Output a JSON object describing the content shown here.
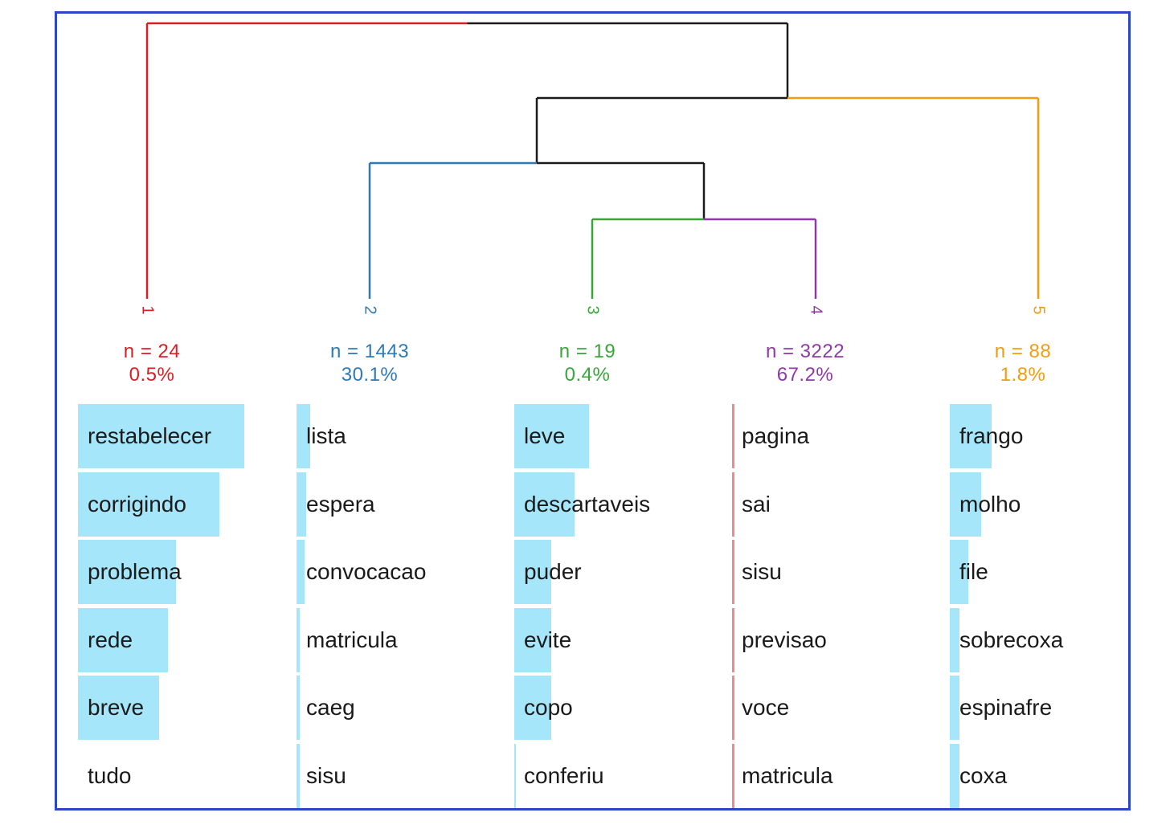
{
  "colors": {
    "frame": "#2b47c8",
    "root": "#1a1a1a",
    "bar_positive": "#a6e6fb",
    "bar_negative": "#f08a8a"
  },
  "dendrogram": {
    "root_children": [
      "1",
      "A"
    ],
    "internal": {
      "A": [
        "B",
        "5"
      ],
      "B": [
        "2",
        "C"
      ],
      "C": [
        "3",
        "4"
      ]
    }
  },
  "clusters": [
    {
      "id": "1",
      "color": "#d81f26",
      "n_label": "n = 24",
      "pct_label": "0.5%",
      "words": [
        {
          "word": "restabelecer",
          "weight": 1.0
        },
        {
          "word": "corrigindo",
          "weight": 0.85
        },
        {
          "word": "problema",
          "weight": 0.59
        },
        {
          "word": "rede",
          "weight": 0.54
        },
        {
          "word": "breve",
          "weight": 0.49
        },
        {
          "word": "tudo",
          "weight": 0.0
        }
      ]
    },
    {
      "id": "2",
      "color": "#2f79b5",
      "n_label": "n = 1443",
      "pct_label": "30.1%",
      "words": [
        {
          "word": "lista",
          "weight": 0.08
        },
        {
          "word": "espera",
          "weight": 0.06
        },
        {
          "word": "convocacao",
          "weight": 0.05
        },
        {
          "word": "matricula",
          "weight": 0.02
        },
        {
          "word": "caeg",
          "weight": 0.02
        },
        {
          "word": "sisu",
          "weight": 0.02
        }
      ]
    },
    {
      "id": "3",
      "color": "#3aa63a",
      "n_label": "n = 19",
      "pct_label": "0.4%",
      "words": [
        {
          "word": "leve",
          "weight": 0.45
        },
        {
          "word": "descartaveis",
          "weight": 0.36
        },
        {
          "word": "puder",
          "weight": 0.22
        },
        {
          "word": "evite",
          "weight": 0.22
        },
        {
          "word": "copo",
          "weight": 0.22
        },
        {
          "word": "conferiu",
          "weight": 0.01
        }
      ]
    },
    {
      "id": "4",
      "color": "#8e3aa6",
      "n_label": "n = 3222",
      "pct_label": "67.2%",
      "words": [
        {
          "word": "pagina",
          "weight": -0.015
        },
        {
          "word": "sai",
          "weight": -0.015
        },
        {
          "word": "sisu",
          "weight": -0.015
        },
        {
          "word": "previsao",
          "weight": -0.015
        },
        {
          "word": "voce",
          "weight": -0.015
        },
        {
          "word": "matricula",
          "weight": -0.015
        }
      ]
    },
    {
      "id": "5",
      "color": "#f39c12",
      "n_label": "n = 88",
      "pct_label": "1.8%",
      "words": [
        {
          "word": "frango",
          "weight": 0.25
        },
        {
          "word": "molho",
          "weight": 0.19
        },
        {
          "word": "file",
          "weight": 0.11
        },
        {
          "word": "sobrecoxa",
          "weight": 0.06
        },
        {
          "word": "espinafre",
          "weight": 0.06
        },
        {
          "word": "coxa",
          "weight": 0.06
        }
      ]
    }
  ]
}
